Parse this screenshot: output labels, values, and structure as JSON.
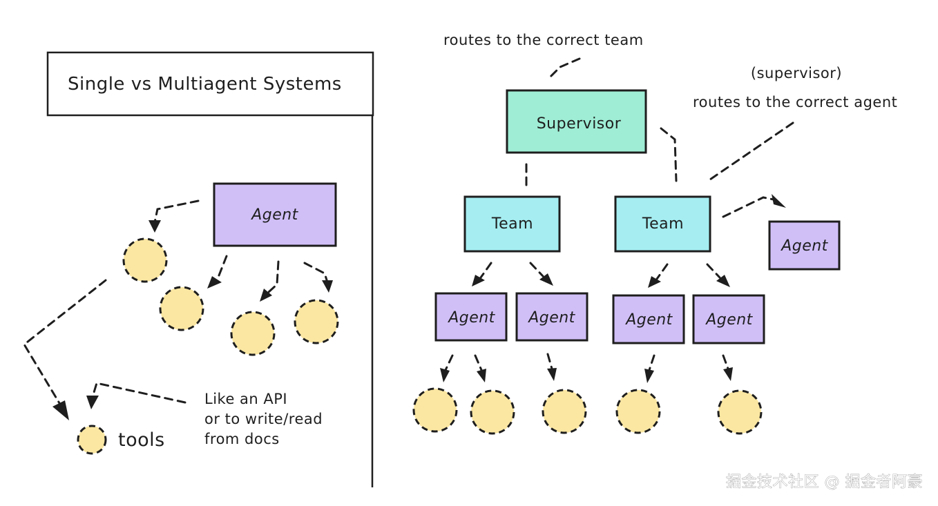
{
  "colors": {
    "supervisor_fill": "#9eedd4",
    "team_fill": "#a5edf1",
    "agent_fill": "#d0bff7",
    "tool_fill": "#fbe7a2",
    "title_box_fill": "#eceeee",
    "stroke": "#1e1e1e"
  },
  "title": "Single vs Multiagent Systems",
  "single": {
    "agent_label": "Agent",
    "legend_label": "tools",
    "note_lines": [
      "Like an API",
      "or to write/read",
      "from docs"
    ]
  },
  "multi": {
    "supervisor_label": "Supervisor",
    "team_labels": [
      "Team",
      "Team"
    ],
    "agent_label": "Agent",
    "top_annotation": "routes to the correct team",
    "right_annotation_lines": [
      "(supervisor)",
      "routes to the correct agent"
    ]
  },
  "watermark": "掘金技术社区 @ 掘金者阿豪",
  "icons": {
    "tool": "dashed-circle-icon",
    "arrow": "dashed-arrow-icon"
  }
}
